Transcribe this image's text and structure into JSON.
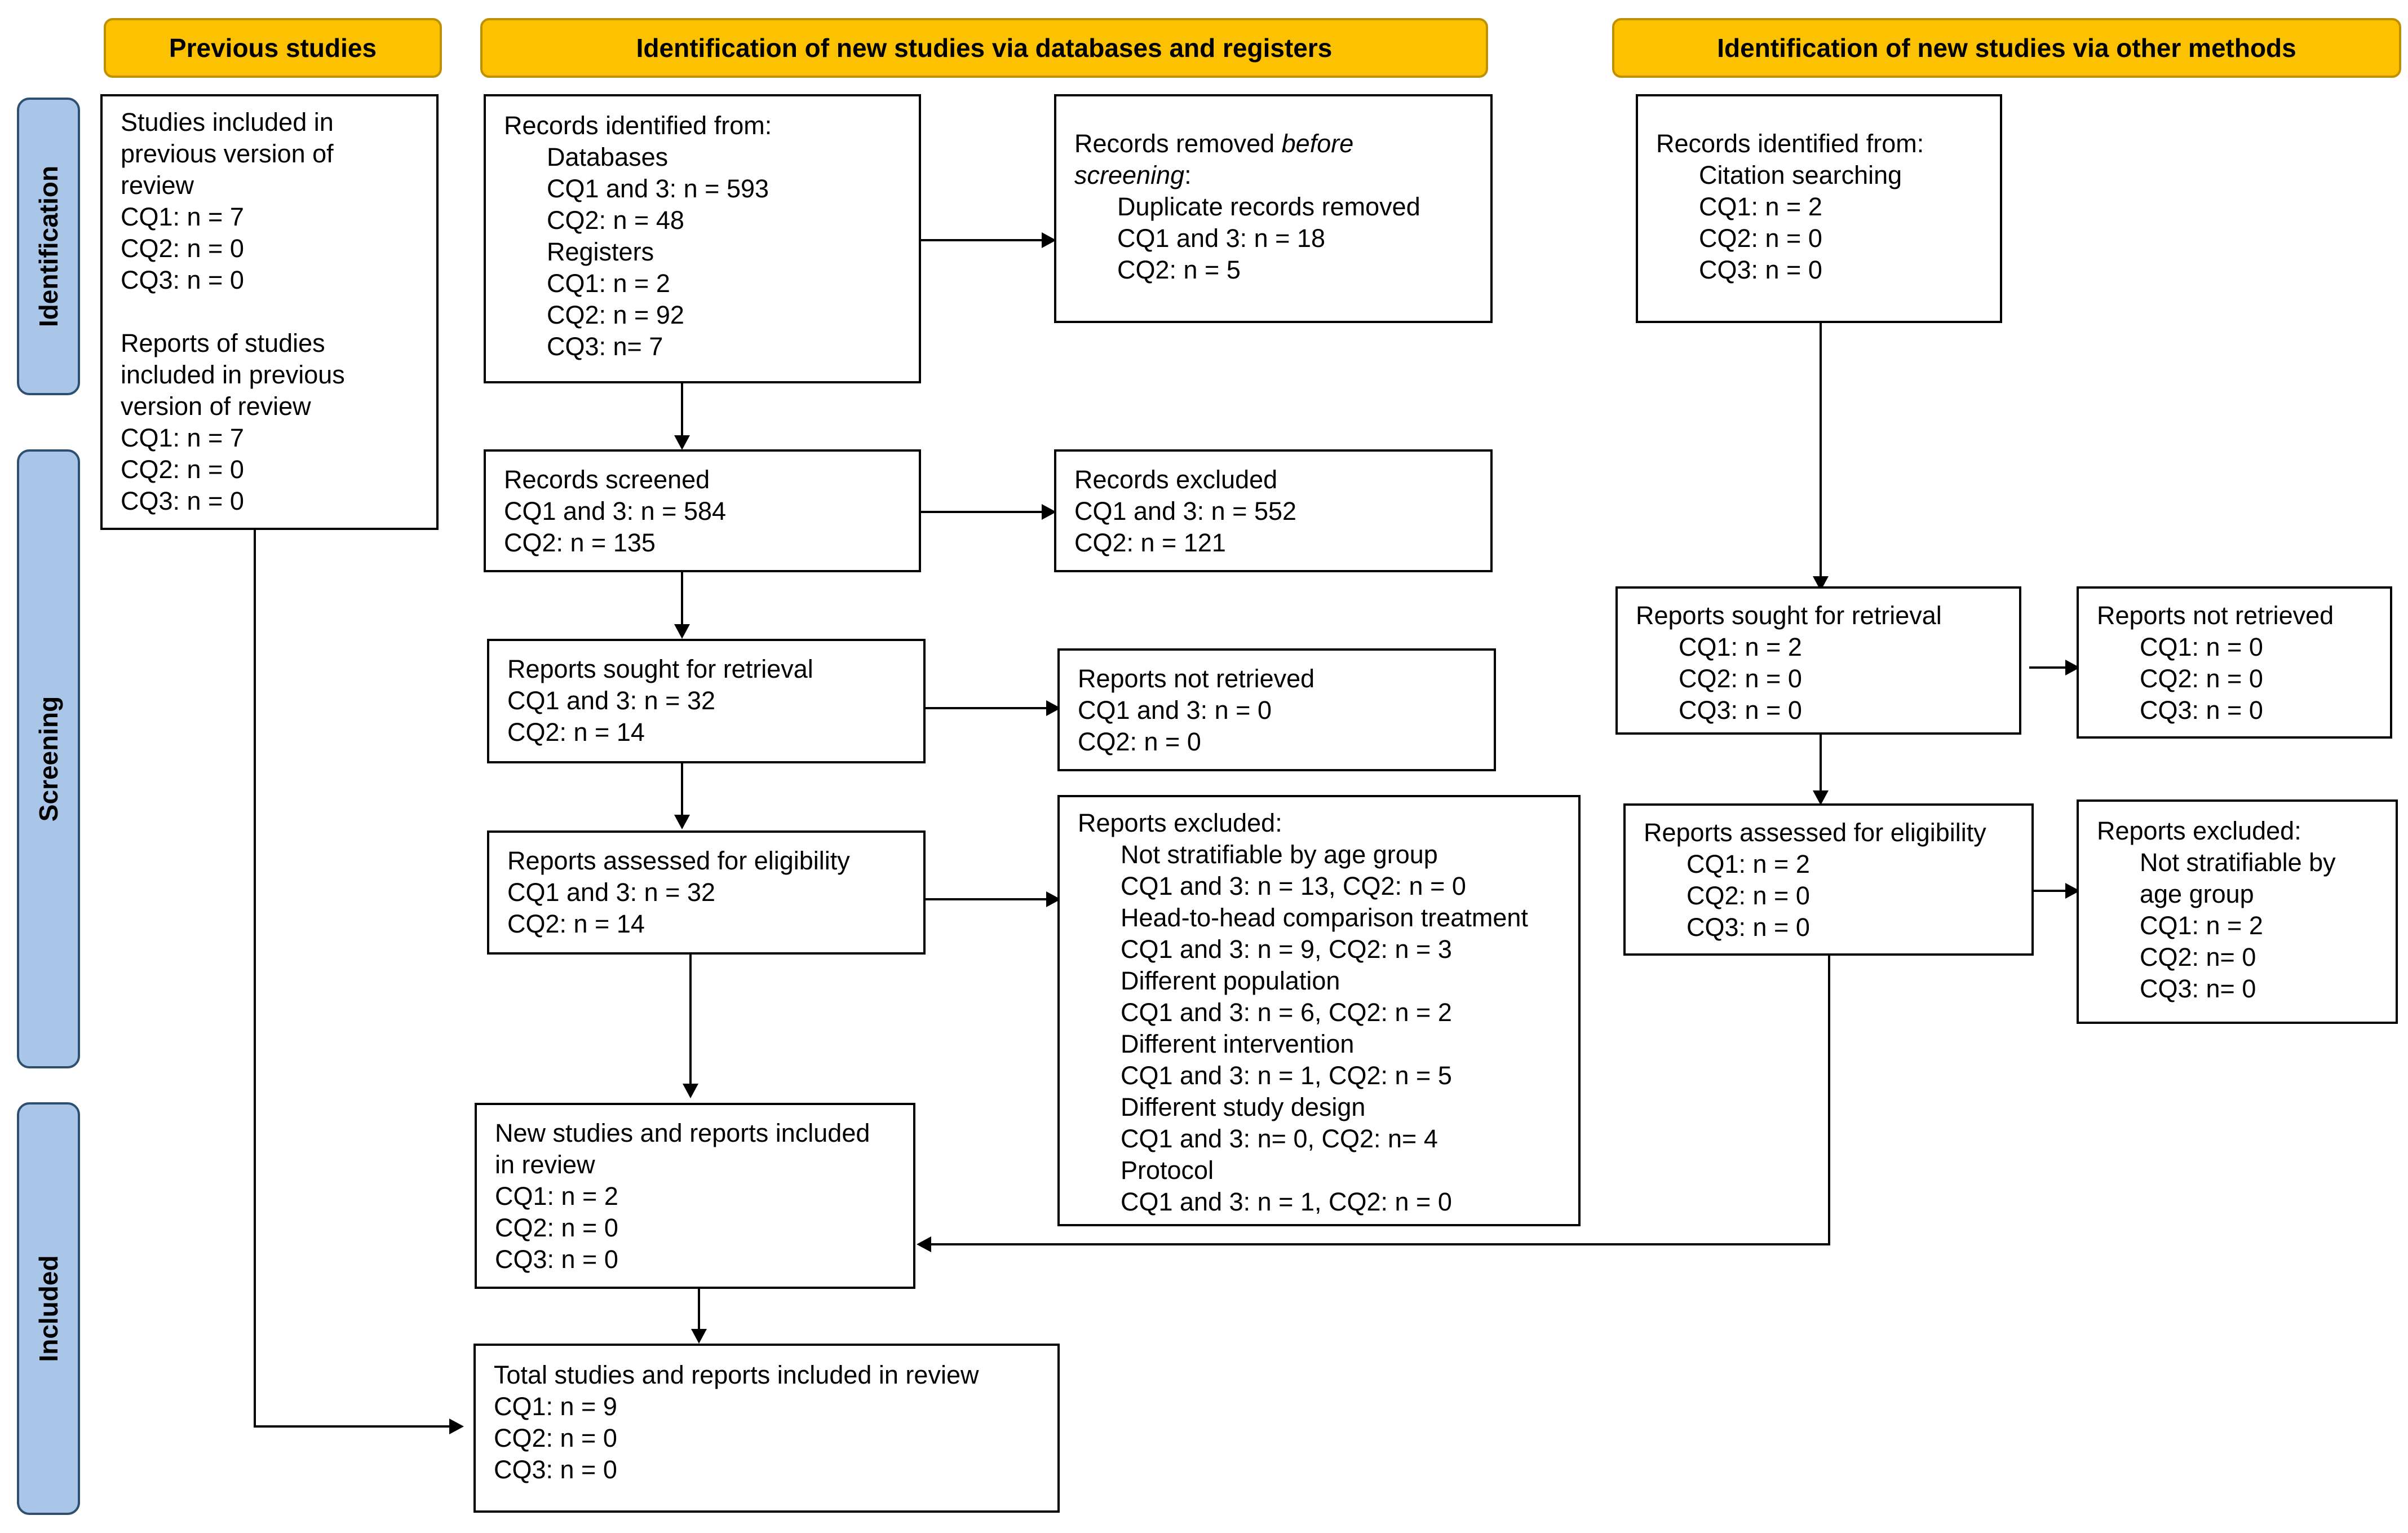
{
  "headers": {
    "previous": "Previous studies",
    "databases": "Identification of new studies via databases and registers",
    "other": "Identification of new studies via other methods"
  },
  "stages": {
    "identification": "Identification",
    "screening": "Screening",
    "included": "Included"
  },
  "previous_studies": {
    "studies_title_1": "Studies included in",
    "studies_title_2": "previous version of",
    "studies_title_3": "review",
    "studies_cq1": "CQ1: n = 7",
    "studies_cq2": "CQ2: n = 0",
    "studies_cq3": "CQ3: n = 0",
    "reports_title_1": "Reports of studies",
    "reports_title_2": "included in previous",
    "reports_title_3": "version of review",
    "reports_cq1": "CQ1: n = 7",
    "reports_cq2": "CQ2: n = 0",
    "reports_cq3": "CQ3: n = 0"
  },
  "db_identified": {
    "title": "Records identified from:",
    "databases": "Databases",
    "db_cq13": "CQ1 and 3: n = 593",
    "db_cq2": "CQ2: n = 48",
    "registers": "Registers",
    "reg_cq1": "CQ1: n = 2",
    "reg_cq2": "CQ2: n = 92",
    "reg_cq3": "CQ3: n= 7"
  },
  "db_removed": {
    "title_a": "Records removed ",
    "title_b": "before",
    "title_c": "screening",
    "title_d": ":",
    "sub": "Duplicate records removed",
    "cq13": "CQ1 and 3: n = 18",
    "cq2": "CQ2: n = 5"
  },
  "db_screened": {
    "title": "Records screened",
    "cq13": "CQ1 and 3: n = 584",
    "cq2": "CQ2: n = 135"
  },
  "db_excluded": {
    "title": "Records excluded",
    "cq13": "CQ1 and 3: n = 552",
    "cq2": "CQ2: n = 121"
  },
  "db_sought": {
    "title": "Reports sought for retrieval",
    "cq13": "CQ1 and 3: n = 32",
    "cq2": "CQ2: n = 14"
  },
  "db_not_retrieved": {
    "title": "Reports not retrieved",
    "cq13": "CQ1 and 3: n = 0",
    "cq2": "CQ2: n = 0"
  },
  "db_assessed": {
    "title": "Reports assessed for eligibility",
    "cq13": "CQ1 and 3: n = 32",
    "cq2": "CQ2: n = 14"
  },
  "db_reports_excluded": {
    "title": "Reports excluded:",
    "r1": "Not stratifiable by age group",
    "r1n": "CQ1 and 3: n = 13, CQ2: n = 0",
    "r2": "Head-to-head comparison treatment",
    "r2n": "CQ1 and 3: n = 9, CQ2: n = 3",
    "r3": "Different population",
    "r3n": "CQ1 and 3: n = 6, CQ2: n = 2",
    "r4": "Different intervention",
    "r4n": "CQ1 and 3: n = 1, CQ2: n = 5",
    "r5": "Different study design",
    "r5n": "CQ1 and 3: n= 0, CQ2: n= 4",
    "r6": "Protocol",
    "r6n": "CQ1 and 3: n = 1, CQ2: n = 0"
  },
  "new_included": {
    "title_1": "New studies and reports included",
    "title_2": "in review",
    "cq1": "CQ1: n = 2",
    "cq2": "CQ2: n = 0",
    "cq3": "CQ3: n = 0"
  },
  "total_included": {
    "title": "Total studies and reports included in review",
    "cq1": "CQ1: n = 9",
    "cq2": "CQ2: n = 0",
    "cq3": "CQ3: n = 0"
  },
  "other_identified": {
    "title": "Records identified from:",
    "sub": "Citation searching",
    "cq1": "CQ1: n = 2",
    "cq2": "CQ2: n = 0",
    "cq3": "CQ3: n = 0"
  },
  "other_sought": {
    "title": "Reports sought for retrieval",
    "cq1": "CQ1: n = 2",
    "cq2": "CQ2: n = 0",
    "cq3": "CQ3: n = 0"
  },
  "other_not_retrieved": {
    "title": "Reports not retrieved",
    "cq1": "CQ1: n = 0",
    "cq2": "CQ2: n = 0",
    "cq3": "CQ3: n = 0"
  },
  "other_assessed": {
    "title": "Reports assessed for eligibility",
    "cq1": "CQ1: n = 2",
    "cq2": "CQ2: n = 0",
    "cq3": "CQ3: n = 0"
  },
  "other_excluded": {
    "title": "Reports excluded:",
    "r1a": "Not stratifiable by",
    "r1b": "age group",
    "cq1": "CQ1: n = 2",
    "cq2": "CQ2: n= 0",
    "cq3": "CQ3: n= 0"
  },
  "colors": {
    "header_fill": "#fcc100",
    "header_border": "#bf9000",
    "stage_fill": "#a9c5e8",
    "stage_border": "#2f4f6f",
    "line": "#000000"
  }
}
